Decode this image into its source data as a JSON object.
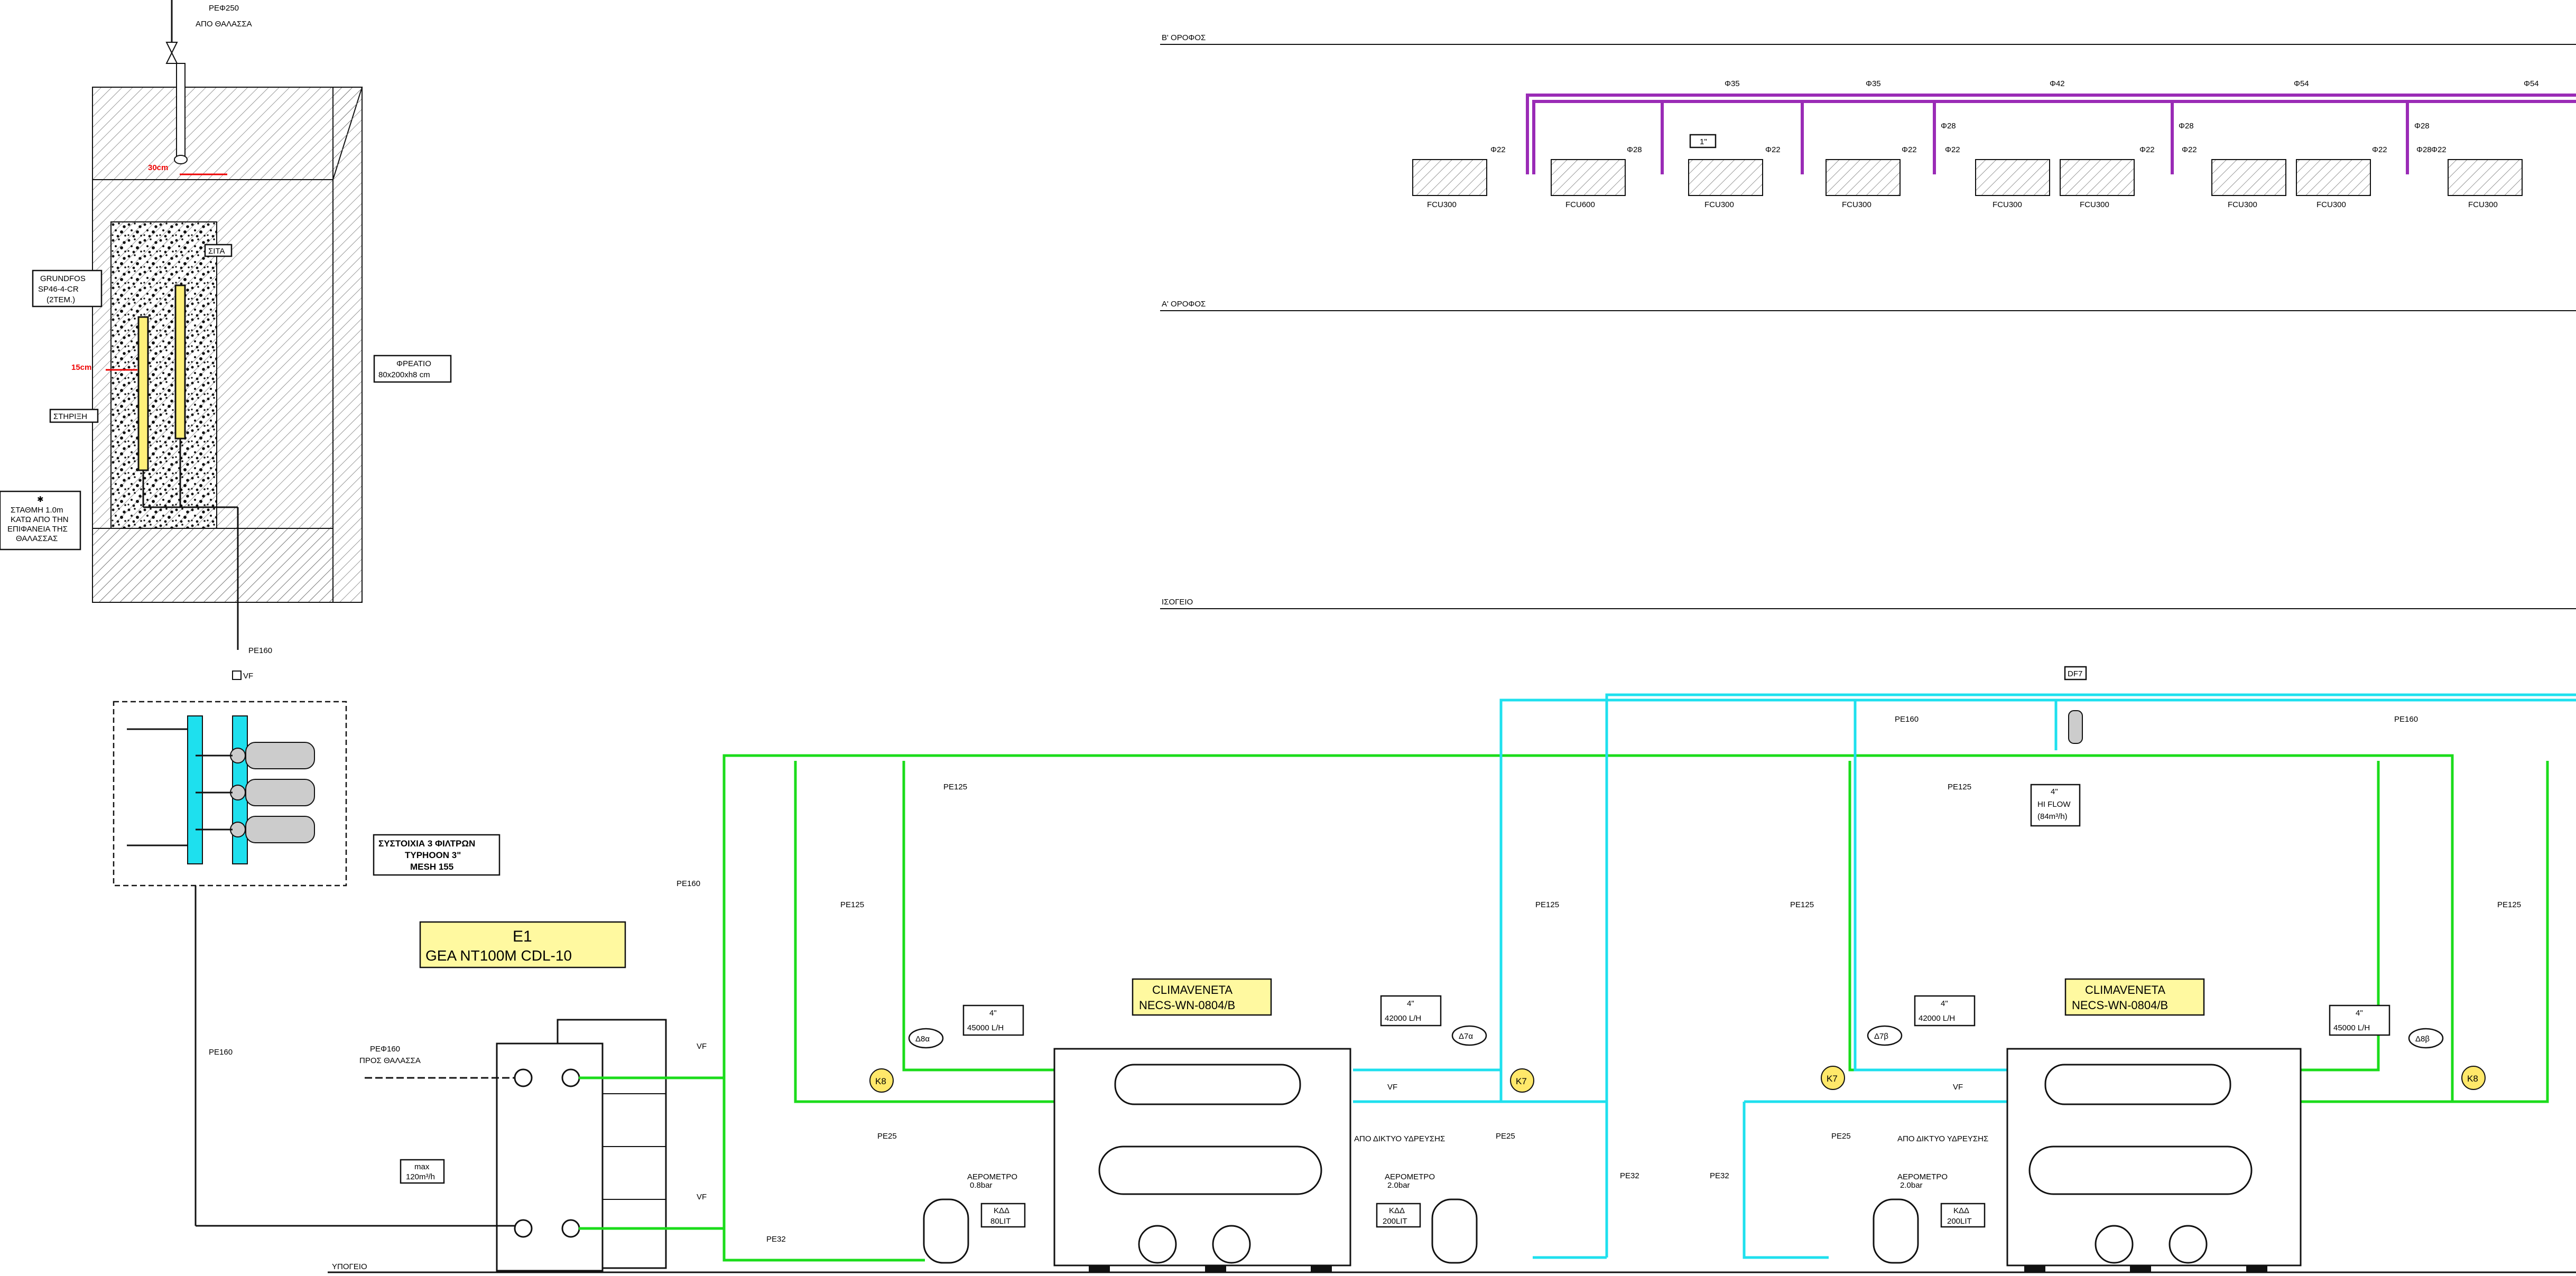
{
  "floors": {
    "second": "Β' ΟΡΟΦΟΣ",
    "first": "Α' ΟΡΟΦΟΣ",
    "ground": "ΙΣΟΓΕΙΟ",
    "basement": "ΥΠΟΓΕΙΟ"
  },
  "well": {
    "inlet_pipe": "PEΦ250",
    "inlet_from": "ΑΠΟ ΘΑΛΑΣΣΑ",
    "dim_top": "30cm",
    "dim_mid": "15cm",
    "sand_label": "ΣΙΤΑ",
    "pump_line1": "GRUNDFOS",
    "pump_line2": "SP46-4-CR",
    "pump_line3": "(2TEM.)",
    "support_label": "ΣΤΗΡΙΞΗ",
    "pit_line1": "ΦΡΕΑΤΙΟ",
    "pit_line2": "80x200xh8 cm",
    "level_star": "✱",
    "level_line1": "ΣΤΑΘΜΗ 1.0m",
    "level_line2": "ΚΑΤΩ ΑΠΟ ΤΗΝ",
    "level_line3": "ΕΠΙΦΑΝΕΙΑ ΤΗΣ",
    "level_line4": "ΘΑΛΑΣΣΑΣ"
  },
  "filters": {
    "pipe_above": "PE160",
    "vf": "VF",
    "label_line1": "ΣΥΣΤΟΙΧΙΑ 3 ΦΙΛΤΡΩΝ",
    "label_line2": "TYPHOON 3\"",
    "label_line3": "MESH 155",
    "pipe_below": "PE160"
  },
  "exchanger": {
    "title": "E1",
    "model": "GEA NT100M CDL-10",
    "return_pipe": "PEΦ160",
    "return_to": "ΠΡΟΣ ΘΑΛΑΣΣΑ",
    "max_line1": "max",
    "max_line2": "120m³/h",
    "vf_top": "VF",
    "vf_bottom": "VF"
  },
  "pipes": {
    "pe160": "PE160",
    "pe125": "PE125",
    "pe32": "PE32",
    "pe25": "PE25"
  },
  "upper_floor": {
    "main_sizes": [
      "Φ35",
      "Φ35",
      "Φ42",
      "Φ54",
      "Φ54"
    ],
    "branch_sizes": [
      "Φ22",
      "Φ28",
      "Φ22",
      "Φ28",
      "Φ22",
      "Φ22",
      "Φ28",
      "Φ22",
      "Φ28",
      "Φ22",
      "Φ28",
      "Φ22",
      "Φ22"
    ],
    "valve_tag": "1\"",
    "fcus": [
      "FCU300",
      "FCU600",
      "FCU300",
      "FCU300",
      "FCU300",
      "FCU300",
      "FCU300",
      "FCU300",
      "FCU300"
    ]
  },
  "chiller_left": {
    "brand": "CLIMAVENETA",
    "model": "NECS-WN-0804/B",
    "pump_in": "K8",
    "pump_out": "K7",
    "dp_in": "Δ8α",
    "dp_out": "Δ7α",
    "flow_in_size": "4\"",
    "flow_in": "45000 L/H",
    "flow_out_size": "4\"",
    "flow_out": "42000 L/H",
    "gauge_line1": "ΑΕΡΟΜΕΤΡΟ",
    "gauge_line2": "0.8bar",
    "tank_line1": "ΚΔΔ",
    "tank_line2": "80LIT",
    "supply_from": "ΑΠΟ ΔΙΚΤΥΟ ΥΔΡΕΥΣΗΣ",
    "gauge2_line1": "ΑΕΡΟΜΕΤΡΟ",
    "gauge2_line2": "2.0bar",
    "tank2_line1": "ΚΔΔ",
    "tank2_line2": "200LIT",
    "vf": "VF"
  },
  "chiller_right": {
    "brand": "CLIMAVENETA",
    "model": "NECS-WN-0804/B",
    "pump_in": "K7",
    "pump_out": "K8",
    "dp_in": "Δ7β",
    "dp_out": "Δ8β",
    "flow_in_size": "4\"",
    "flow_in": "42000 L/H",
    "flow_out_size": "4\"",
    "flow_out": "45000 L/H",
    "supply_from": "ΑΠΟ ΔΙΚΤΥΟ ΥΔΡΕΥΣΗΣ",
    "gauge_line1": "ΑΕΡΟΜΕΤΡΟ",
    "gauge_line2": "2.0bar",
    "tank_line1": "ΚΔΔ",
    "tank_line2": "200LIT",
    "vf": "VF"
  },
  "hiflow": {
    "tag": "DF7",
    "size": "4\"",
    "line1": "HI FLOW",
    "line2": "(84m³/h)"
  },
  "colors": {
    "green_pipe": "#1bdc1b",
    "cyan_pipe": "#1ee0ee",
    "purple_pipe": "#9a2bb6",
    "label_fill": "#fff9a0"
  }
}
